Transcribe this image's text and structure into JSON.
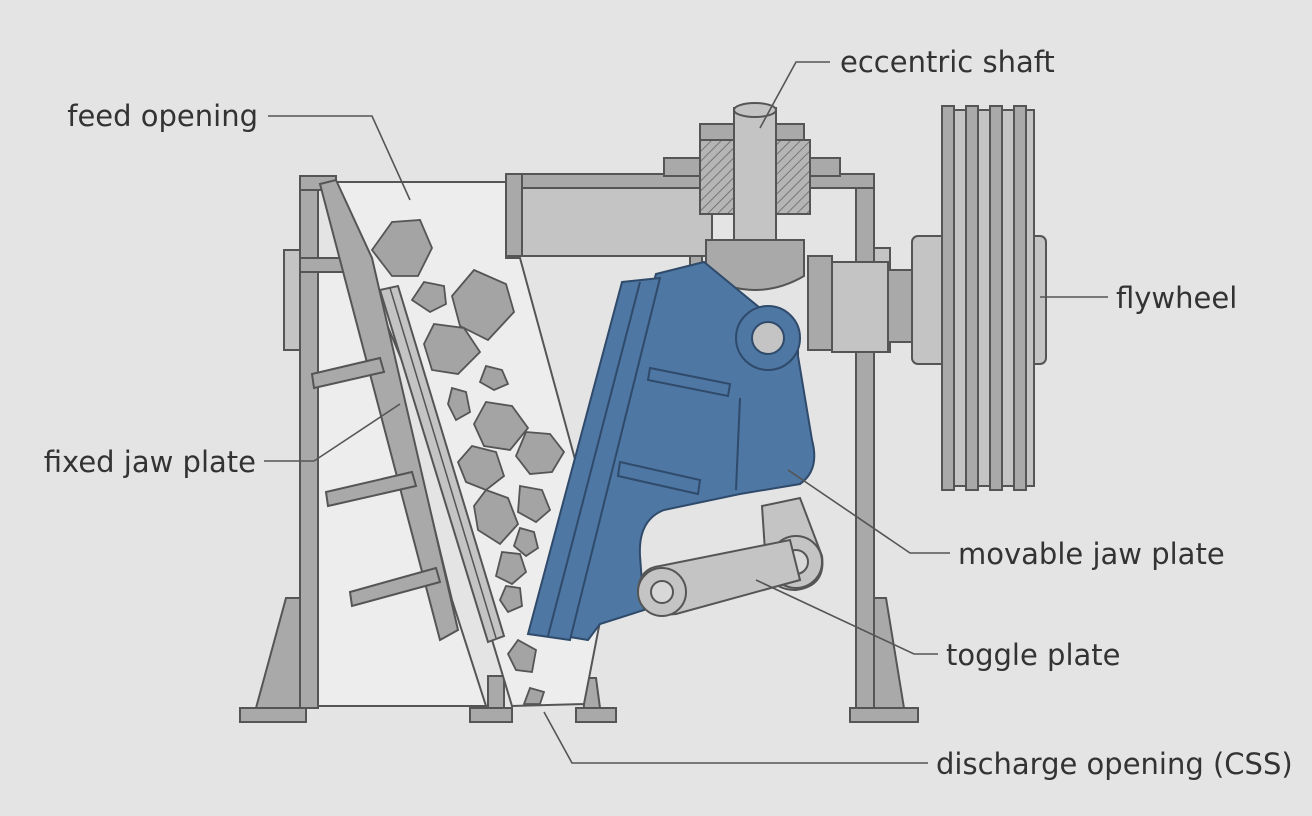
{
  "labels": {
    "feed_opening": "feed opening",
    "fixed_jaw_plate": "fixed jaw plate",
    "eccentric_shaft": "eccentric shaft",
    "flywheel": "flywheel",
    "movable_jaw_plate": "movable jaw plate",
    "toggle_plate": "toggle plate",
    "discharge_opening": "discharge opening (CSS)"
  },
  "colors": {
    "background": "#e4e4e4",
    "frame_gray": "#a9a9a9",
    "chamber_light": "#ededed",
    "movable_jaw_blue": "#4e77a3",
    "outline": "#555555"
  }
}
